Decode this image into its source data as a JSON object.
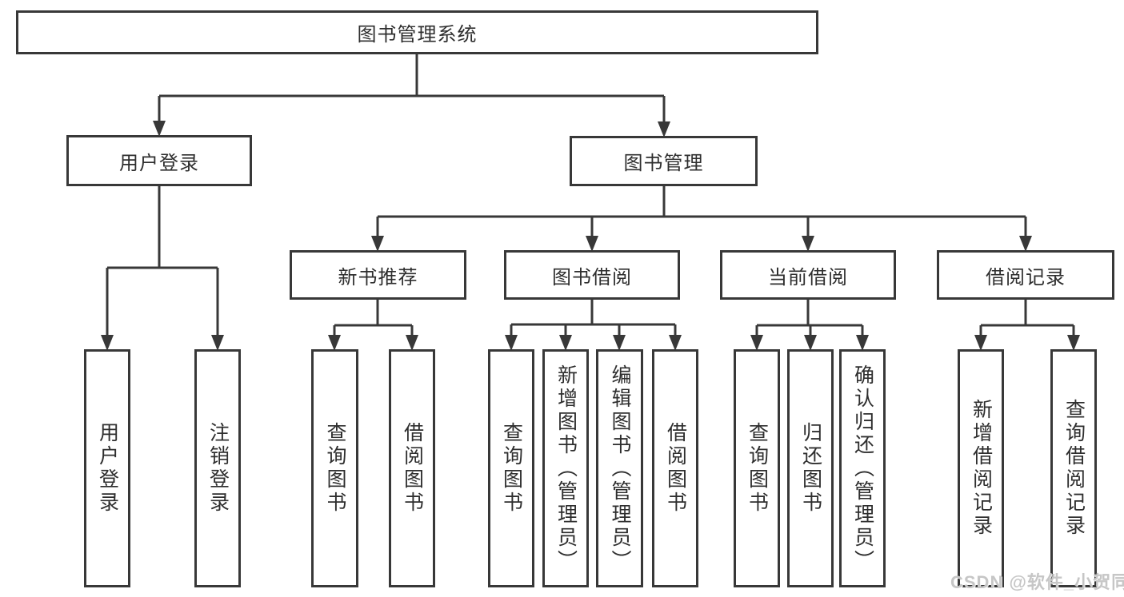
{
  "diagram": {
    "root": {
      "label": "图书管理系统"
    },
    "level2": [
      {
        "label": "用户登录"
      },
      {
        "label": "图书管理"
      }
    ],
    "level3": [
      {
        "label": "新书推荐",
        "parent": "图书管理"
      },
      {
        "label": "图书借阅",
        "parent": "图书管理"
      },
      {
        "label": "当前借阅",
        "parent": "图书管理"
      },
      {
        "label": "借阅记录",
        "parent": "图书管理"
      }
    ],
    "leaves": [
      {
        "label": "用户登录",
        "parent": "用户登录"
      },
      {
        "label": "注销登录",
        "parent": "用户登录"
      },
      {
        "label": "查询图书",
        "parent": "新书推荐"
      },
      {
        "label": "借阅图书",
        "parent": "新书推荐"
      },
      {
        "label": "查询图书",
        "parent": "图书借阅"
      },
      {
        "label": "新增图书（管理员）",
        "parent": "图书借阅"
      },
      {
        "label": "编辑图书（管理员）",
        "parent": "图书借阅"
      },
      {
        "label": "借阅图书",
        "parent": "图书借阅"
      },
      {
        "label": "查询图书",
        "parent": "当前借阅"
      },
      {
        "label": "归还图书",
        "parent": "当前借阅"
      },
      {
        "label": "确认归还（管理员）",
        "parent": "当前借阅"
      },
      {
        "label": "新增借阅记录",
        "parent": "借阅记录"
      },
      {
        "label": "查询借阅记录",
        "parent": "借阅记录"
      }
    ],
    "watermark": "CSDN @软件_小贺同学",
    "colors": {
      "line": "#383838",
      "text": "#2e2e2e",
      "background": "#ffffff",
      "watermark": "#c6c6c6"
    }
  }
}
